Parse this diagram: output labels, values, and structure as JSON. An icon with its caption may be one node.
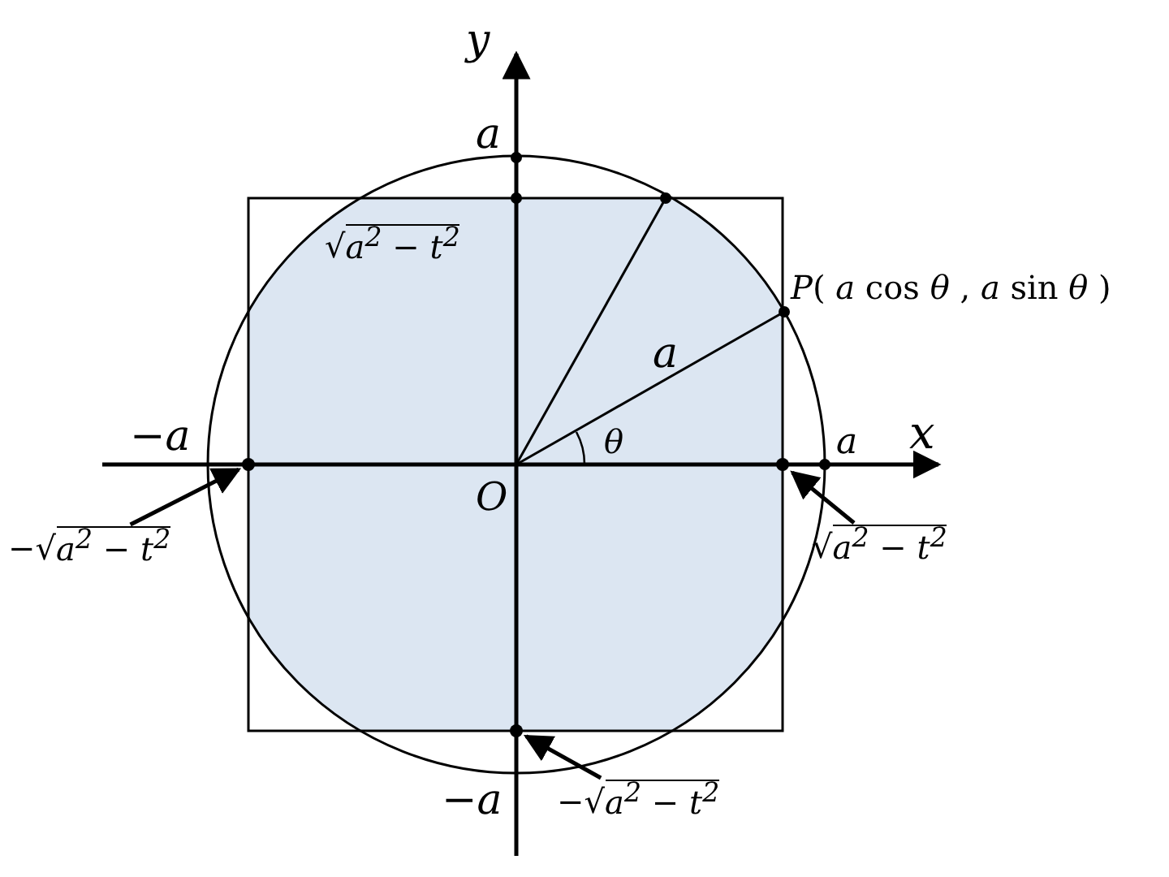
{
  "diagram": {
    "nodes": [
      {
        "text": [
          "−√a$^{2}$ − t$^{2}$"
        ]
      },
      {
        "text": [],
        "shape": "circle"
      },
      {
        "text": [
          "√a$^{2}$ − t$^{2}$"
        ]
      },
      {
        "text": [],
        "shape": "circle"
      },
      {
        "text": [
          "−√a$^{2}$ − t$^{2}$"
        ]
      },
      {
        "text": [],
        "shape": "circle"
      }
    ],
    "edges": [
      {
        "from": 0,
        "to": 1,
        "arrow": "to"
      },
      {
        "from": 2,
        "to": 3,
        "arrow": "to"
      },
      {
        "from": 4,
        "to": 5,
        "arrow": "to"
      }
    ],
    "labels": [
      "y",
      "a",
      "√a$^{2}$ − t$^{2}$",
      "*P*( *a* cos *θ*  , *a* sin *θ*  )",
      "a",
      "−a",
      "θ",
      "a",
      "x",
      "O",
      "−a"
    ]
  }
}
